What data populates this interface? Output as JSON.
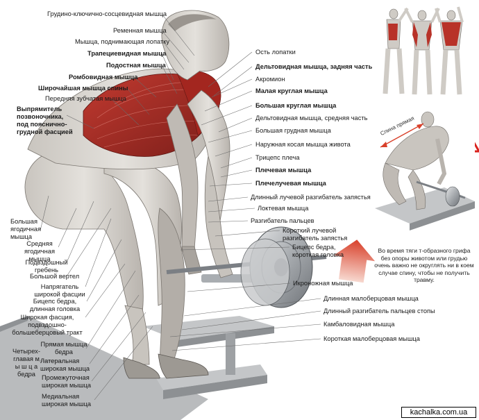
{
  "colors": {
    "muscle_red": "#b0312b",
    "muscle_dark": "#7a1d18",
    "skin": "#d9d6d1",
    "bar_metal": "#8b8f94",
    "bench": "#a9abad",
    "arrow_red": "#d8402a",
    "warning_red": "#d9221c"
  },
  "icons": {
    "warning": "warning-triangle-icon",
    "arrow": "upward-red-arrow-icon"
  },
  "labels": {
    "grudino": "Грудино-ключично-сосцевидная мышца",
    "remennaya": "Ременная мышца",
    "podnim_lopatku": "Мышца, поднимающая лопатку",
    "trapetsiya": "Трапециевидная мышца",
    "podostnaya": "Подостная мышца",
    "romboid": "Ромбовидная мышца",
    "shirochaishaya": "Широчайшая мышца спины",
    "perednyaya_zubchataya": "Передняя зубчатая мышца",
    "vypryamitel": "Выпрямитель позвоночника, под пояснично-грудной фасцией",
    "ost_lopatki": "Ость лопатки",
    "delt_zad": "Дельтовидная мышца, задняя часть",
    "akromion": "Акромион",
    "malaya_kruglaya": "Малая круглая мышца",
    "bolshaya_kruglaya": "Большая круглая мышца",
    "delt_sred": "Дельтовидная мышца, средняя часть",
    "bolshaya_grudnaya": "Большая грудная мышца",
    "naruzh_kosaya": "Наружная косая мышца живота",
    "triceps": "Трицепс плеча",
    "plechevaya": "Плечевая мышца",
    "plecheluchevaya": "Плечелучевая мышца",
    "dlinny_razgib_zap": "Длинный лучевой разгибатель запястья",
    "loktevaya": "Локтевая мышца",
    "razgib_paltsev": "Разгибатель пальцев",
    "korotky_razgib": "Короткий лучевой разгибатель запястья",
    "biceps_bedra_kor": "Бицепс бедра, короткая головка",
    "ikronozhnaya": "Икроножная мышца",
    "dlinnaya_malobertsovaya": "Длинная малоберцовая мышца",
    "dlinny_razgib_paltsev_stopy": "Длинный разгибатель пальцев стопы",
    "kambalovidnaya": "Камбаловидная мышца",
    "korotkaya_malobertsovaya": "Короткая малоберцовая мышца",
    "bolshaya_yagodichnaya": "Большая ягодичная мышца",
    "srednyaya_yagodichnaya": "Средняя ягодичная мышца",
    "podvzdoshny_greben": "Подвздошный гребень",
    "bolshoy_vertel": "Большой вертел",
    "napryagatel": "Напрягатель широкой фасции",
    "biceps_bedra_dl": "Бицепс бедра, длинная головка",
    "shirokaya_fastsiya": "Широкая фасция, подвздошно-большеберцовый тракт",
    "chetyrehglavaya": "Четырех-главая м ы ш ц а бедра",
    "pryamaya_bedra": "Прямая мышца бедра",
    "lateralnaya": "Латеральная широкая мышца",
    "promezhutochnaya": "Промежуточная широкая мышца",
    "medialnaya": "Медиальная широкая мышца"
  },
  "inset": {
    "spine_label": "Спина прямая",
    "note": "Во время тяги т-образного грифа без опоры животом или грудью очень важно не округлять ни в коем случае спину, чтобы не получить травму."
  },
  "watermark": "kachalka.com.ua"
}
